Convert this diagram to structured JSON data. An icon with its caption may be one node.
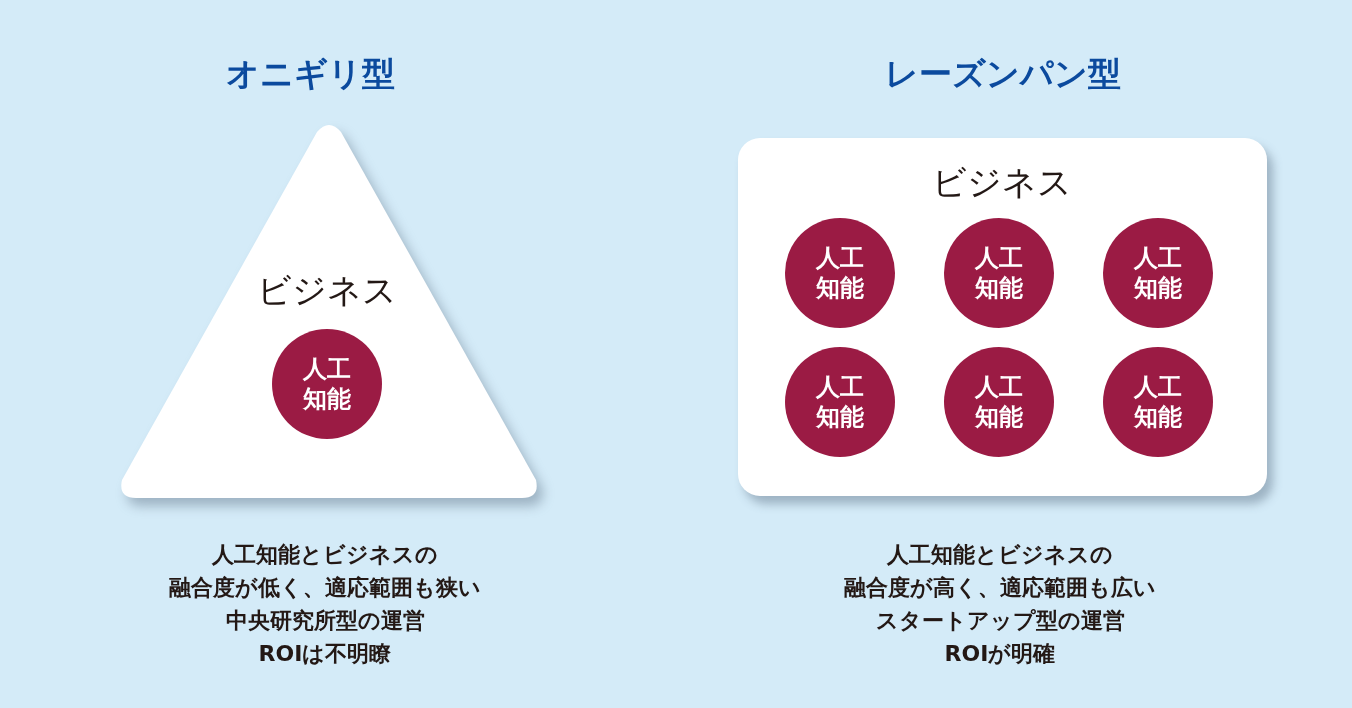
{
  "diagram": {
    "nodes": [
      {
        "text": [
          "ビジネス"
        ]
      },
      {
        "text": [
          "人工知能"
        ],
        "in": 0
      },
      {
        "text": [
          "ビジネス"
        ]
      },
      {
        "text": [
          "人工知能"
        ],
        "in": 2
      },
      {
        "text": [
          "人工知能"
        ],
        "in": 2
      },
      {
        "text": [
          "人工知能"
        ],
        "in": 2
      },
      {
        "text": [
          "人工知能"
        ],
        "in": 2
      },
      {
        "text": [
          "人工知能"
        ],
        "in": 2
      },
      {
        "text": [
          "人工知能"
        ],
        "in": 2
      }
    ],
    "labels": [
      "オニギリ型",
      "レーズンパン型",
      "人工知能とビジネスの",
      "融合度が低く、適応範囲も狭い",
      "中央研究所型の運営",
      "ROIは不明瞭",
      "人工知能とビジネスの",
      "融合度が高く、適応範囲も広い",
      "スタートアップ型の運営",
      "ROIが明確"
    ]
  }
}
